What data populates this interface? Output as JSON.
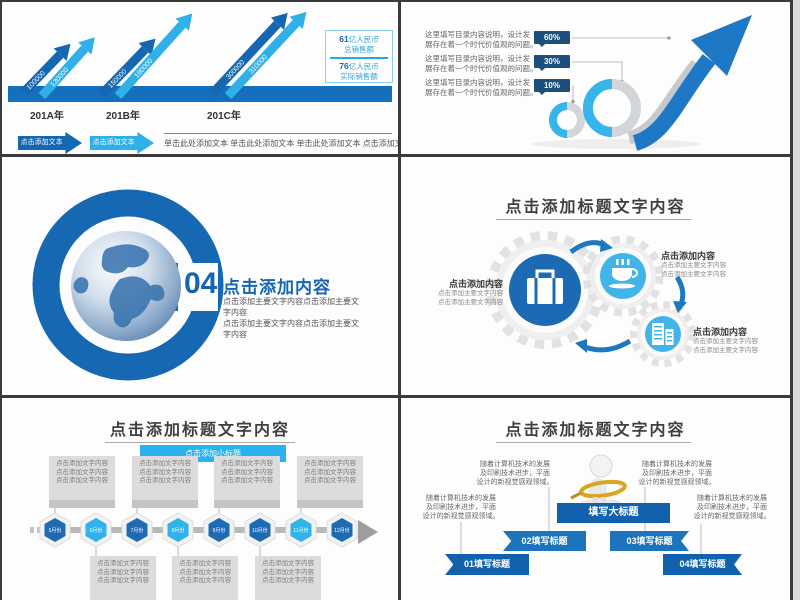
{
  "slides": {
    "sales": {
      "arrows": [
        {
          "dark_value": "100000",
          "light_value": "130000"
        },
        {
          "dark_value": "150000",
          "light_value": "190000"
        },
        {
          "dark_value": "300000",
          "light_value": "310000"
        }
      ],
      "x_labels": [
        "201A年",
        "201B年",
        "201C年"
      ],
      "legend": {
        "num1": "61",
        "unit1": "亿人民币",
        "label1": "总销售额",
        "num2": "76",
        "unit2": "亿人民币",
        "label2": "实际销售额"
      },
      "cta_dark": "点击添加文本",
      "cta_light": "点击添加文本",
      "footer_text": "单击此处添加文本 单击此处添加文本 单击此处添加文本  点击添加文字内容"
    },
    "growth": {
      "items": [
        {
          "percent": "60%",
          "line1": "这里填写目录内容说明，设计发",
          "line2": "展存在着一个时代价值观的问题。"
        },
        {
          "percent": "30%",
          "line1": "这里填写目录内容说明，设计发",
          "line2": "展存在着一个时代价值观的问题。"
        },
        {
          "percent": "10%",
          "line1": "这里填写目录内容说明，设计发",
          "line2": "展存在着一个时代价值观的问题。"
        }
      ]
    },
    "section": {
      "number": "04",
      "title": "点击添加内容",
      "subtitle1": "点击添加主要文字内容点击添加主要文字内容",
      "subtitle2": "点击添加主要文字内容点击添加主要文字内容"
    },
    "gears": {
      "title": "点击添加标题文字内容",
      "blocks": [
        {
          "heading": "点击添加内容",
          "line1": "点击添加主要文字内容",
          "line2": "点击添加主要文字内容"
        },
        {
          "heading": "点击添加内容",
          "line1": "点击添加主要文字内容",
          "line2": "点击添加主要文字内容"
        },
        {
          "heading": "点击添加内容",
          "line1": "点击添加主要文字内容",
          "line2": "点击添加主要文字内容"
        }
      ]
    },
    "timeline": {
      "title": "点击添加标题文字内容",
      "subtitle_button": "点击添加小标题",
      "months": [
        "5月份",
        "6月份",
        "7月份",
        "8月份",
        "9月份",
        "10月份",
        "11月份",
        "12月份"
      ],
      "box_line": "点击添加文字内容"
    },
    "steps": {
      "title": "点击添加标题文字内容",
      "banner_main": "填写大标题",
      "ribbon1": "01填写标题",
      "ribbon2": "02填写标题",
      "ribbon3": "03填写标题",
      "ribbon4": "04填写标题",
      "desc_line1": "随着计算机技术的发展",
      "desc_line2": "及印刷技术进步，平面",
      "desc_line3": "设计的新视觉感观领域。"
    }
  },
  "colors": {
    "dark_blue": "#1467b0",
    "light_blue": "#2fb0e8",
    "bar_blue": "#1470bd",
    "navy_badge": "#1d4f7d",
    "ribbon_dark": "#1261ad",
    "ribbon_mid": "#1b74bc",
    "button_cyan": "#29b2ef"
  }
}
